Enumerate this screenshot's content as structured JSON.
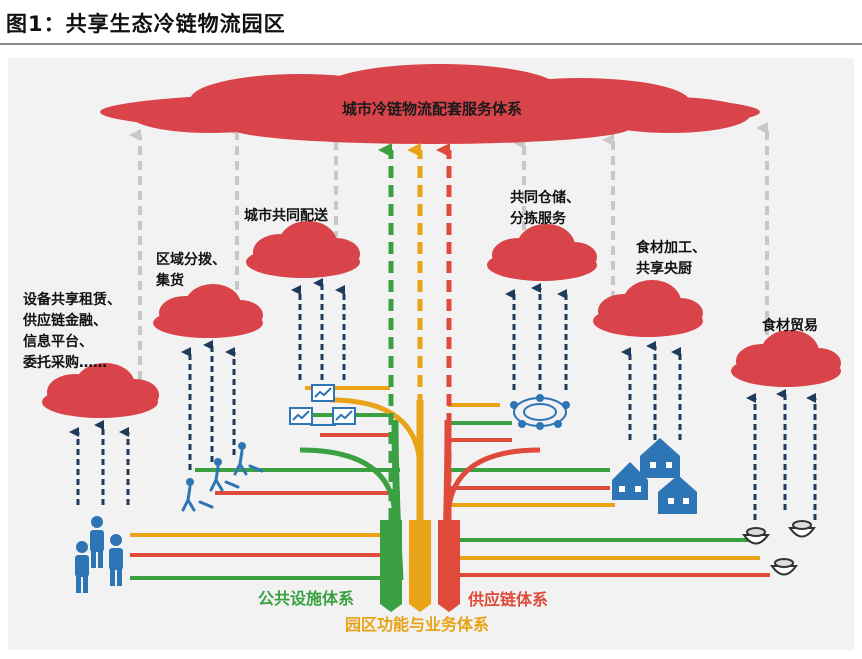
{
  "figure": {
    "title": "图1：共享生态冷链物流园区"
  },
  "main_cloud": {
    "label": "城市冷链物流配套服务体系"
  },
  "service_nodes": [
    {
      "id": "equipment",
      "lines": [
        "设备共享租赁、",
        "供应链金融、",
        "信息平台、",
        "委托采购……"
      ]
    },
    {
      "id": "regional",
      "lines": [
        "区域分拨、",
        "集货"
      ]
    },
    {
      "id": "city",
      "lines": [
        "城市共同配送"
      ]
    },
    {
      "id": "storage",
      "lines": [
        "共同仓储、",
        "分拣服务"
      ]
    },
    {
      "id": "processing",
      "lines": [
        "食材加工、",
        "共享央厨"
      ]
    },
    {
      "id": "trade",
      "lines": [
        "食材贸易"
      ]
    }
  ],
  "systems": {
    "public_facilities": "公共设施体系",
    "supply_chain": "供应链体系",
    "park_functions": "园区功能与业务体系"
  },
  "colors": {
    "cloud": "#d9434a",
    "green": "#3aa041",
    "orange": "#e8a317",
    "red": "#e04a3b",
    "arrow_dark": "#1f3b5c",
    "arrow_gray": "#c8c8c8",
    "icon_blue": "#2e75b6"
  },
  "icons": [
    "people-icon",
    "worker-icon",
    "computer-icon",
    "warehouse-icon",
    "houses-icon",
    "food-bowl-icon"
  ]
}
